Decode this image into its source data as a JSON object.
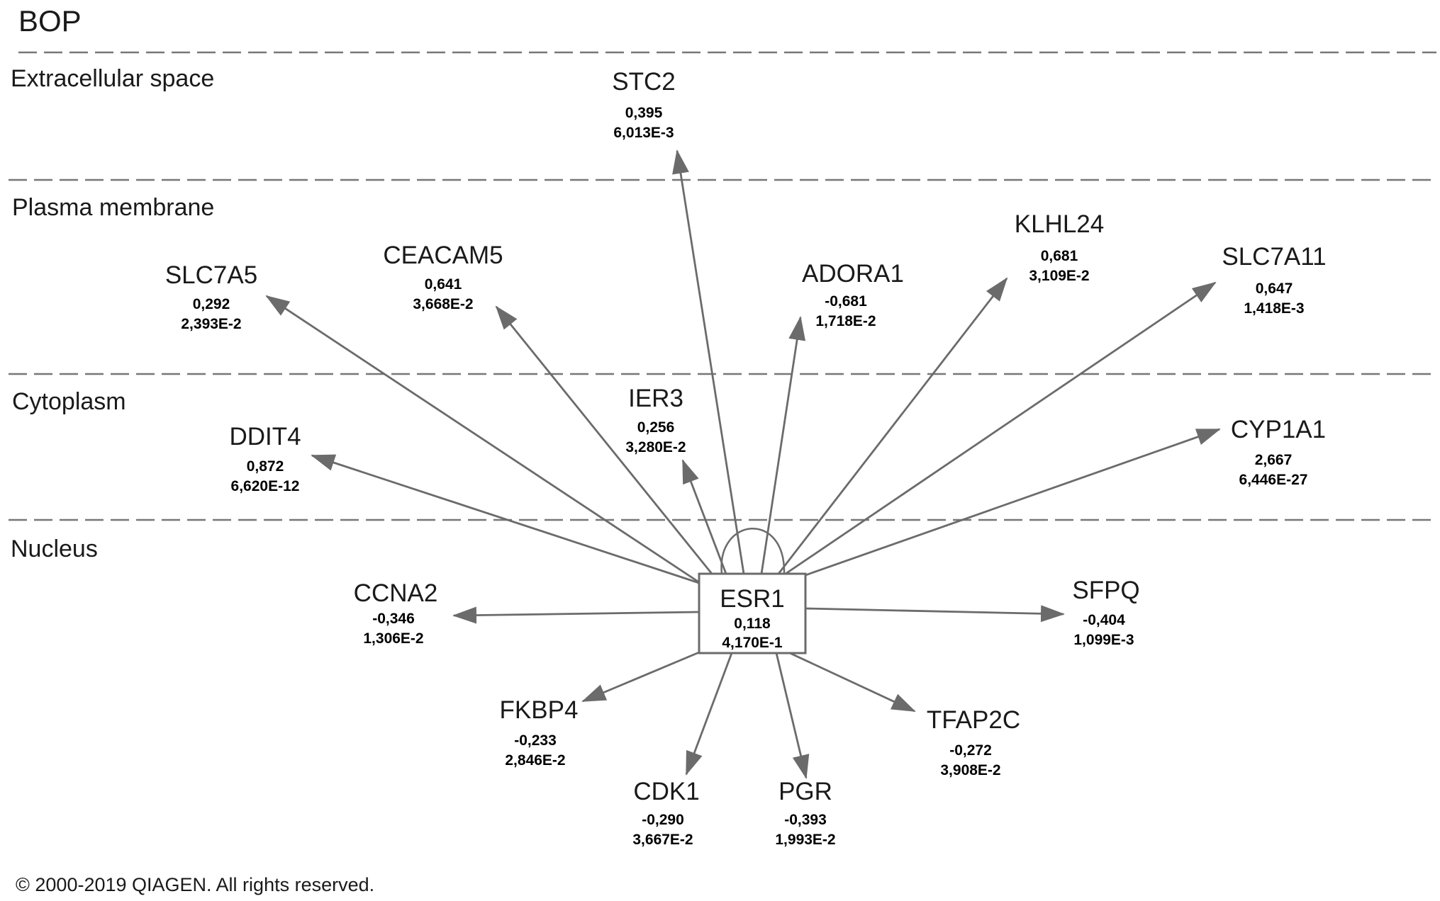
{
  "title": "BOP",
  "layers": [
    {
      "id": "extracellular",
      "label": "Extracellular space"
    },
    {
      "id": "plasma",
      "label": "Plasma membrane"
    },
    {
      "id": "cytoplasm",
      "label": "Cytoplasm"
    },
    {
      "id": "nucleus",
      "label": "Nucleus"
    }
  ],
  "hub": {
    "name": "ESR1",
    "value": "0,118",
    "pvalue": "4,170E-1"
  },
  "nodes": [
    {
      "name": "STC2",
      "value": "0,395",
      "pvalue": "6,013E-3",
      "layer": "extracellular"
    },
    {
      "name": "SLC7A5",
      "value": "0,292",
      "pvalue": "2,393E-2",
      "layer": "plasma"
    },
    {
      "name": "CEACAM5",
      "value": "0,641",
      "pvalue": "3,668E-2",
      "layer": "plasma"
    },
    {
      "name": "ADORA1",
      "value": "-0,681",
      "pvalue": "1,718E-2",
      "layer": "plasma"
    },
    {
      "name": "KLHL24",
      "value": "0,681",
      "pvalue": "3,109E-2",
      "layer": "plasma"
    },
    {
      "name": "SLC7A11",
      "value": "0,647",
      "pvalue": "1,418E-3",
      "layer": "plasma"
    },
    {
      "name": "DDIT4",
      "value": "0,872",
      "pvalue": "6,620E-12",
      "layer": "cytoplasm"
    },
    {
      "name": "IER3",
      "value": "0,256",
      "pvalue": "3,280E-2",
      "layer": "cytoplasm"
    },
    {
      "name": "CYP1A1",
      "value": "2,667",
      "pvalue": "6,446E-27",
      "layer": "cytoplasm"
    },
    {
      "name": "CCNA2",
      "value": "-0,346",
      "pvalue": "1,306E-2",
      "layer": "nucleus"
    },
    {
      "name": "SFPQ",
      "value": "-0,404",
      "pvalue": "1,099E-3",
      "layer": "nucleus"
    },
    {
      "name": "FKBP4",
      "value": "-0,233",
      "pvalue": "2,846E-2",
      "layer": "nucleus"
    },
    {
      "name": "TFAP2C",
      "value": "-0,272",
      "pvalue": "3,908E-2",
      "layer": "nucleus"
    },
    {
      "name": "CDK1",
      "value": "-0,290",
      "pvalue": "3,667E-2",
      "layer": "nucleus"
    },
    {
      "name": "PGR",
      "value": "-0,393",
      "pvalue": "1,993E-2",
      "layer": "nucleus"
    }
  ],
  "copyright": "© 2000-2019 QIAGEN. All rights reserved.",
  "colors": {
    "line": "#6b6b6b",
    "divider": "#777777",
    "text": "#1a1a1a"
  }
}
